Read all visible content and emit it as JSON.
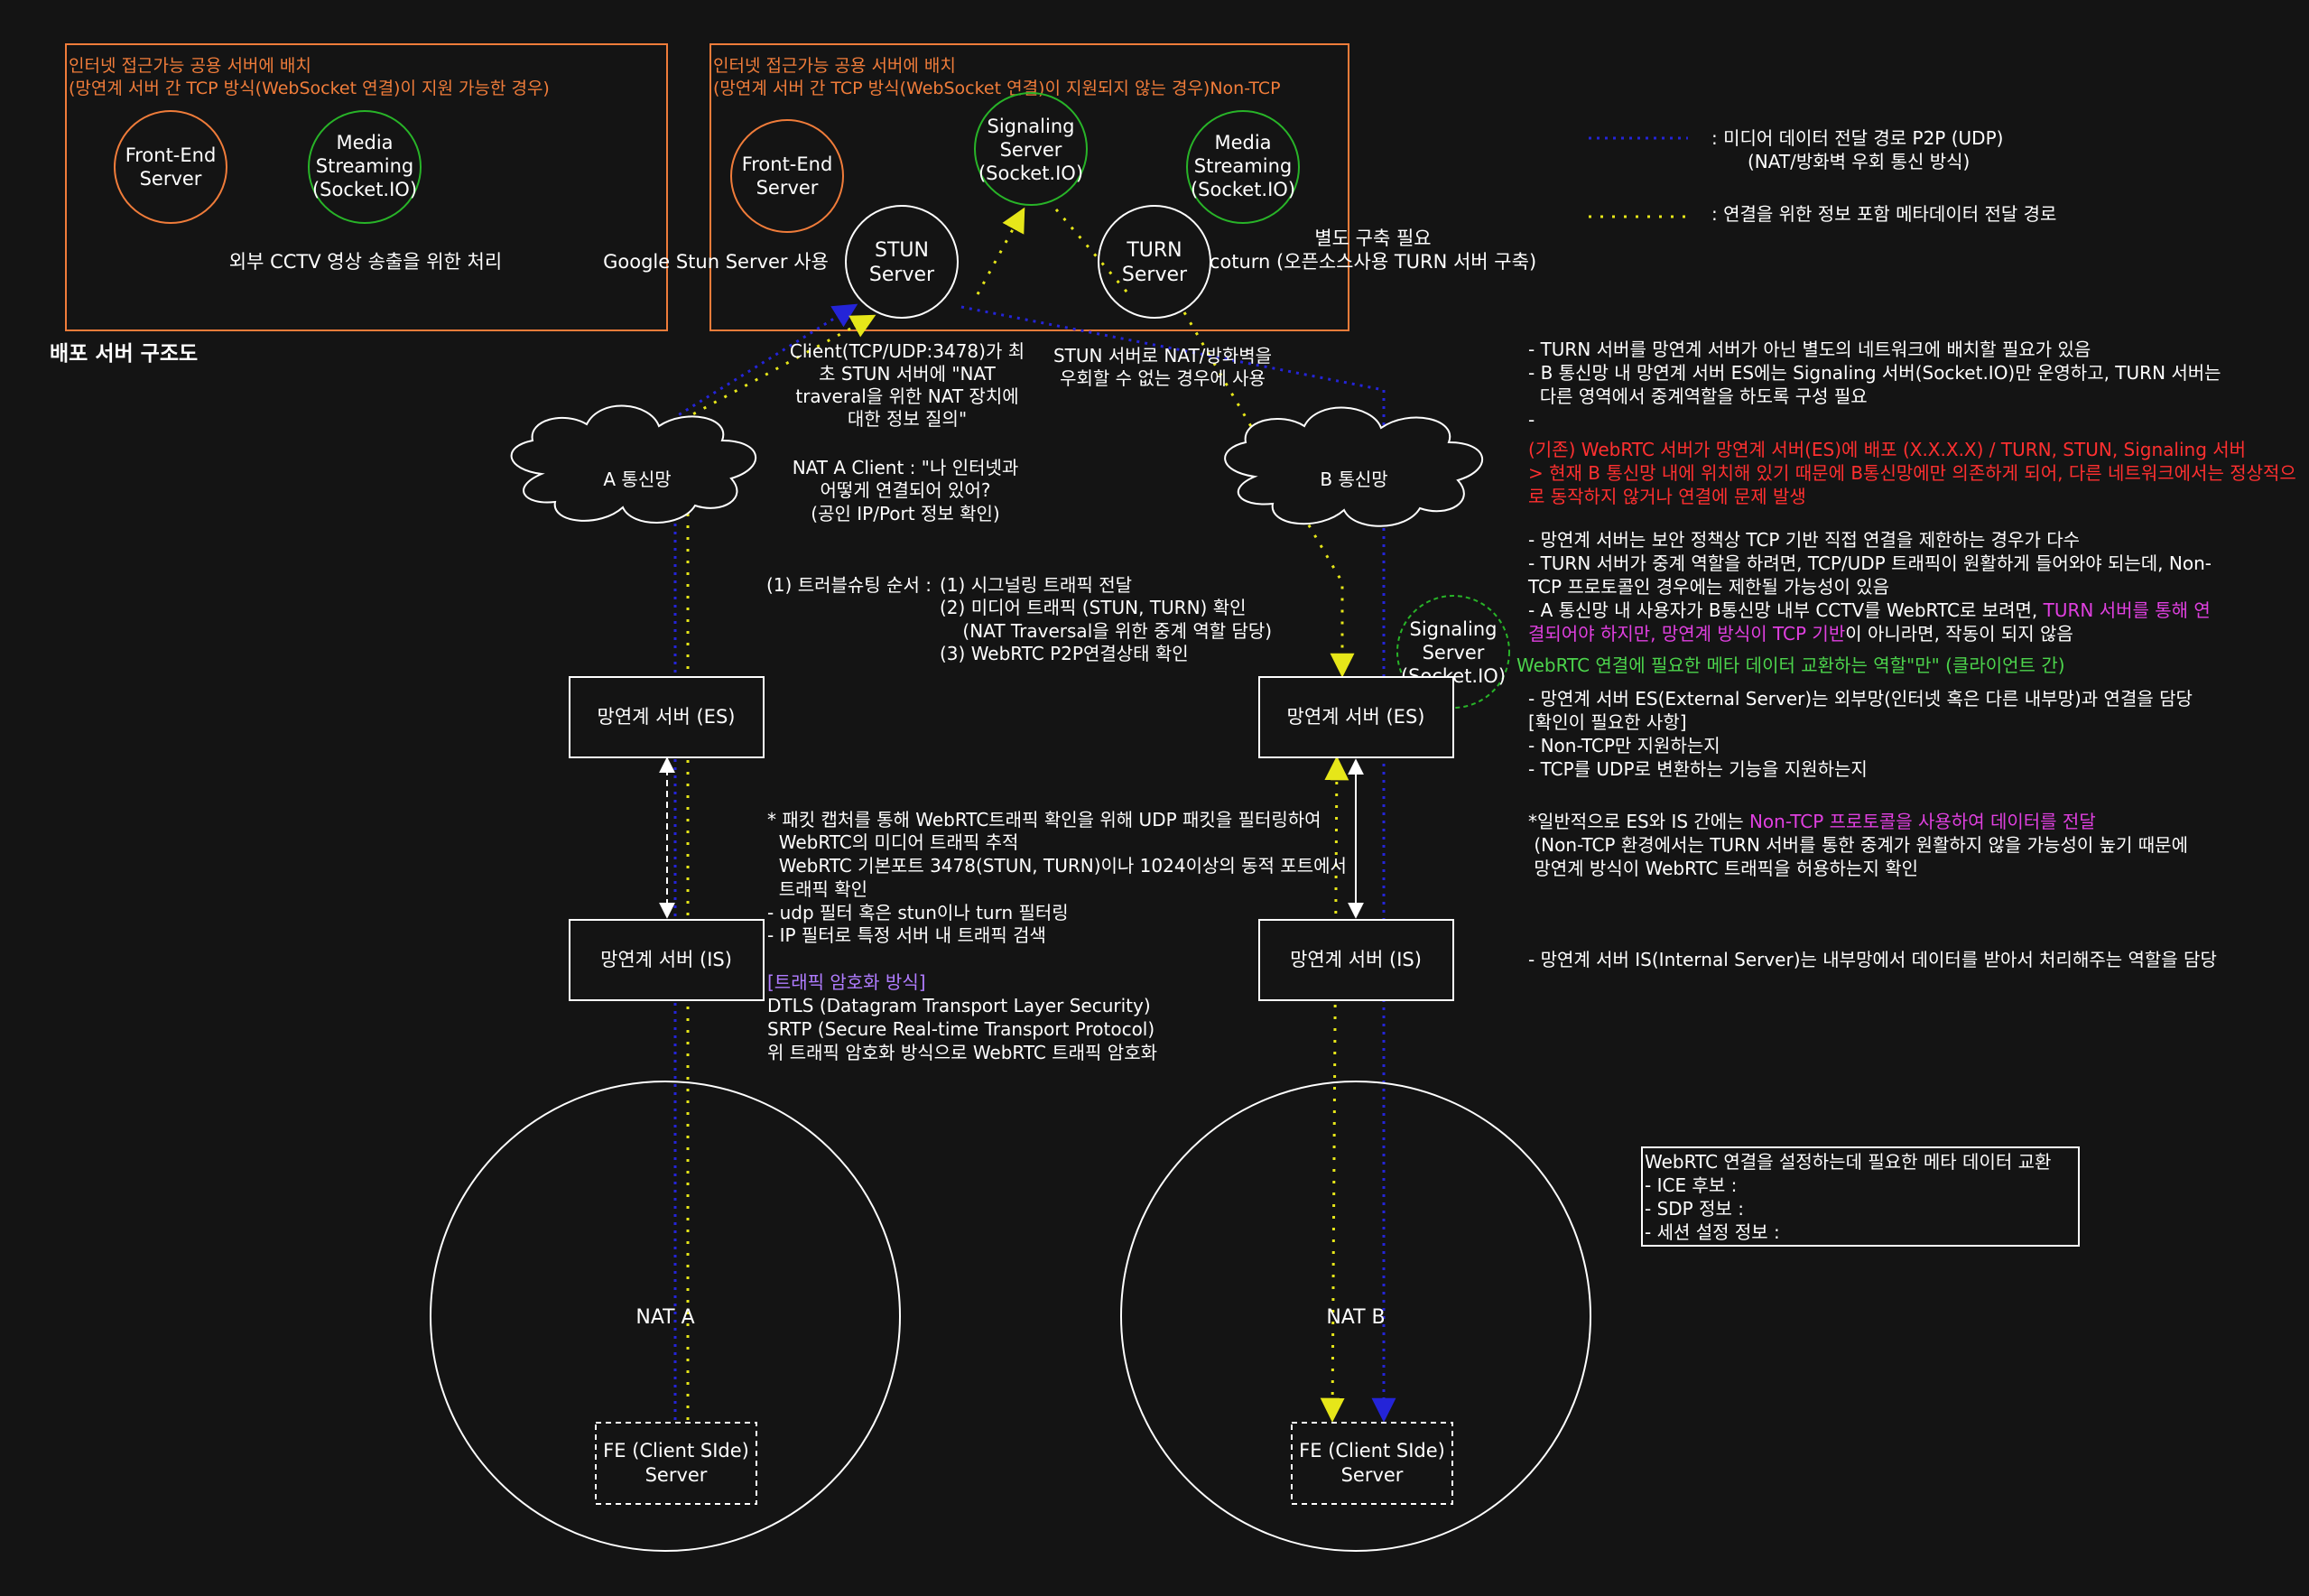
{
  "page_title": "배포 서버 구조도",
  "box_tcp": {
    "line1": "인터넷 접근가능 공용 서버에 배치",
    "line2": "(망연계 서버 간 TCP 방식(WebSocket 연결)이 지원 가능한 경우)",
    "frontend": [
      "Front-End",
      "Server"
    ],
    "media": [
      "Media",
      "Streaming",
      "(Socket.IO)"
    ],
    "caption": "외부 CCTV 영상 송출을 위한 처리"
  },
  "box_nontcp": {
    "line1": "인터넷 접근가능 공용 서버에 배치",
    "line2": "(망연계 서버 간 TCP 방식(WebSocket 연결)이 지원되지 않는 경우)Non-TCP",
    "frontend": [
      "Front-End",
      "Server"
    ],
    "signaling": [
      "Signaling",
      "Server",
      "(Socket.IO)"
    ],
    "media": [
      "Media",
      "Streaming",
      "(Socket.IO)"
    ],
    "stun": [
      "STUN",
      "Server"
    ],
    "turn": [
      "TURN",
      "Server"
    ]
  },
  "google_stun": "Google Stun Server 사용",
  "coturn": [
    "별도 구축 필요",
    "coturn (오픈소스사용 TURN 서버 구축)"
  ],
  "legend": {
    "blue": [
      ": 미디어 데이터 전달 경로 P2P (UDP)",
      "(NAT/방화벽 우회 통신 방식)"
    ],
    "yellow": ": 연결을 위한 정보 포함 메타데이터 전달 경로",
    "blue_color": "#2424d8",
    "yellow_color": "#e6e619"
  },
  "stun_note": [
    "Client(TCP/UDP:3478)가 최",
    "초 STUN 서버에 \"NAT",
    "traveral을 위한 NAT 장치에",
    "대한 정보 질의\""
  ],
  "turn_note": [
    "STUN 서버로 NAT/방화벽을",
    "우회할 수 없는 경우에 사용"
  ],
  "cloud_a": "A  통신망",
  "cloud_b": "B 통신망",
  "nat_client_note": [
    "NAT A Client : \"나 인터넷과",
    "어떻게 연결되어 있어?",
    "(공인 IP/Port 정보 확인)"
  ],
  "troubleshoot": {
    "head": "(1) 트러블슈팅 순서 :",
    "lines": [
      "(1) 시그널링 트래픽 전달",
      "(2) 미디어 트래픽 (STUN, TURN) 확인",
      "    (NAT Traversal을 위한 중계 역할 담당)",
      "(3) WebRTC P2P연결상태 확인"
    ]
  },
  "signaling_dashed": [
    "Signaling",
    "Server",
    "(Socket.IO)"
  ],
  "es_label": "망연계 서버 (ES)",
  "is_label": "망연계 서버 (IS)",
  "nat_a": "NAT A",
  "nat_b": "NAT B",
  "fe_client": [
    "FE (Client SIde)",
    "Server"
  ],
  "capture_notes": [
    "* 패킷 캡처를 통해 WebRTC트래픽 확인을 위해 UDP 패킷을 필터링하여",
    "  WebRTC의 미디어 트래픽 추적",
    "  WebRTC 기본포트 3478(STUN, TURN)이나 1024이상의 동적 포트에서",
    "  트래픽 확인",
    "- udp 필터 혹은 stun이나 turn 필터링",
    "- IP 필터로 특정 서버 내 트래픽 검색"
  ],
  "encryption": {
    "head": "[트래픽 암호화 방식]",
    "lines": [
      "DTLS (Datagram Transport Layer Security)",
      "SRTP (Secure Real-time Transport Protocol)",
      "위 트래픽 암호화 방식으로 WebRTC 트래픽 암호화"
    ]
  },
  "right_notes": {
    "turn_block": [
      "- TURN 서버를 망연계 서버가 아닌 별도의 네트워크에 배치할 필요가 있음",
      "- B 통신망 내 망연계 서버 ES에는 Signaling 서버(Socket.IO)만 운영하고, TURN 서버는",
      "  다른 영역에서 중계역할을 하도록 구성 필요",
      "-"
    ],
    "red_block": [
      "(기존) WebRTC 서버가 망연계 서버(ES)에 배포 (X.X.X.X) / TURN, STUN, Signaling 서버",
      "> 현재 B 통신망 내에 위치해 있기 때문에 B통신망에만 의존하게 되어, 다른 네트워크에서는 정상적으",
      "로 동작하지 않거나 연결에 문제 발생"
    ],
    "policy_block": [
      "- 망연계 서버는 보안 정책상 TCP 기반 직접 연결을 제한하는 경우가 다수",
      "- TURN 서버가 중계 역할을 하려면, TCP/UDP 트래픽이 원활하게 들어와야 되는데, Non-",
      "TCP 프로토콜인 경우에는 제한될 가능성이 있음"
    ],
    "cctv_line1_pre": "- A 통신망 내 사용자가 B통신망 내부 CCTV를 WebRTC로 보려면, ",
    "cctv_line1_hl": "TURN 서버를 통해 연",
    "cctv_line2_hl": "결되어야 하지만, 망연계 방식이 TCP 기반",
    "cctv_line2_post": "이 아니라면, 작동이 되지 않음",
    "green_line": "WebRTC 연결에 필요한 메타 데이터 교환하는 역할\"만\" (클라이언트 간)",
    "es_block": [
      "- 망연계 서버 ES(External Server)는 외부망(인터넷 혹은 다른 내부망)과 연결을 담당",
      "[확인이 필요한 사항]",
      "- Non-TCP만 지원하는지",
      "- TCP를 UDP로 변환하는 기능을 지원하는지"
    ],
    "general_pre": "*일반적으로 ES와 IS 간에는 ",
    "general_hl": "Non-TCP 프로토콜을 사용하여 데이터를 전달",
    "general_lines": [
      " (Non-TCP 환경에서는 TURN 서버를 통한 중계가 원활하지 않을 가능성이 높기 때문에",
      " 망연계 방식이 WebRTC 트래픽을 허용하는지 확인"
    ],
    "is_line": "- 망연계 서버 IS(Internal Server)는 내부망에서 데이터를 받아서 처리해주는 역할을 담당"
  },
  "meta_box": {
    "title": "WebRTC 연결을 설정하는데 필요한 메타 데이터 교환",
    "items": [
      "- ICE 후보 :",
      "- SDP 정보 :",
      "- 세션 설정 정보 :"
    ]
  },
  "colors": {
    "background": "#141414",
    "orange": "#f07c3a",
    "green": "#28b428",
    "red": "#ff3030",
    "magenta": "#e040e0",
    "lime": "#4cd44c",
    "violet": "#b07cff"
  }
}
